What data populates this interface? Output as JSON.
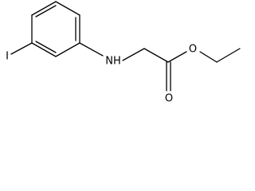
{
  "atoms": {
    "iodine": "I",
    "amine": "NH",
    "ether_oxygen": "O",
    "carbonyl_oxygen": "O"
  }
}
